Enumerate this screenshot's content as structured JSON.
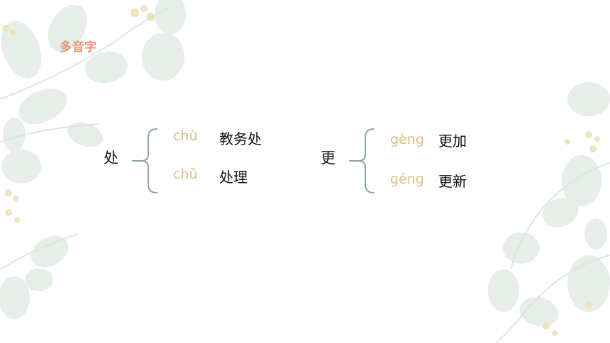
{
  "slide": {
    "title": "多音字",
    "colors": {
      "title": "#e8937a",
      "pinyin": "#d9bf86",
      "brace": "#8aa896",
      "leaf": "#dfe9e3",
      "leaf_stem": "#d7e3dc",
      "blossom": "#efe2b8"
    }
  },
  "groups": [
    {
      "char": "处",
      "readings": [
        {
          "pinyin": "chù",
          "word": "教务处"
        },
        {
          "pinyin": "chǔ",
          "word": "处理"
        }
      ]
    },
    {
      "char": "更",
      "readings": [
        {
          "pinyin": "gèng",
          "word": "更加"
        },
        {
          "pinyin": "gēng",
          "word": "更新"
        }
      ]
    }
  ]
}
